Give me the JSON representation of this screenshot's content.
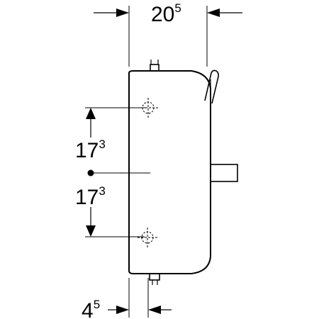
{
  "dimensions": {
    "top_width": {
      "base": "20",
      "sup": "5"
    },
    "upper_height": {
      "base": "17",
      "sup": "3"
    },
    "lower_height": {
      "base": "17",
      "sup": "3"
    },
    "bottom_offset": {
      "base": "4",
      "sup": "5"
    }
  },
  "colors": {
    "line": "#000000",
    "background": "#ffffff"
  },
  "icons": {
    "upper_fixing_point": "dashed-crosshair-icon",
    "lower_fixing_point": "dashed-crosshair-icon",
    "center_point": "filled-dot-icon"
  }
}
